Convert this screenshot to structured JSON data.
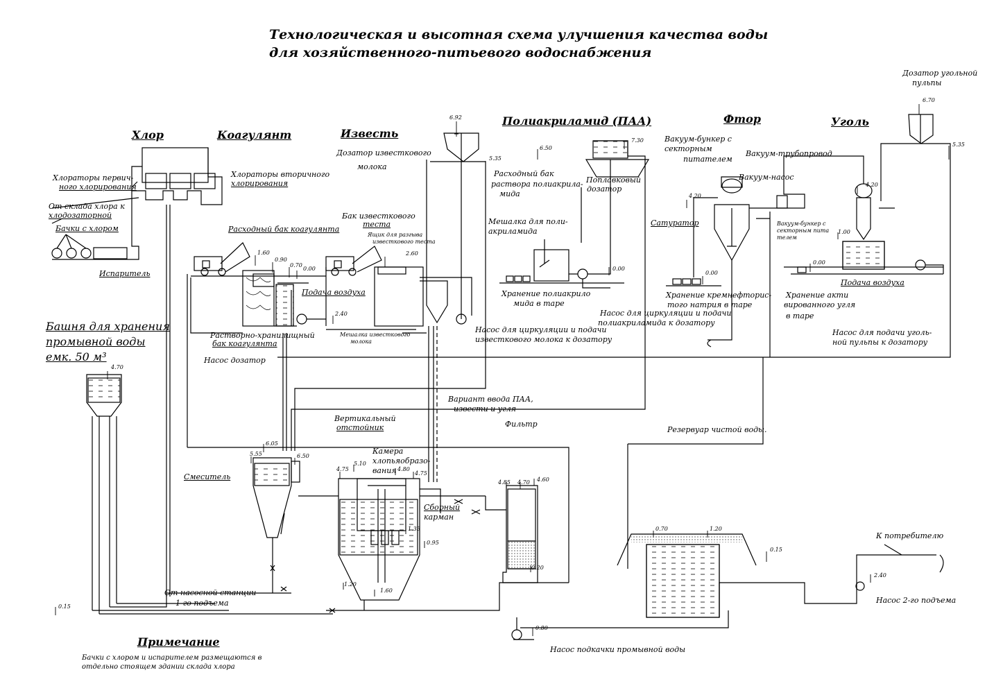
{
  "title": {
    "line1": "Технологическая и высотная схема улучшения качества воды",
    "line2": "для хозяйственного-питьевого водоснабжения"
  },
  "headings": {
    "chlorine": "Хлор",
    "coagulant": "Коагулянт",
    "lime": "Известь",
    "paa": "Полиакриламид (ПАА)",
    "fluorine": "Фтор",
    "coal": "Уголь"
  },
  "labels": {
    "chlorinators_primary_1": "Хлораторы первич-",
    "chlorinators_primary_2": "ного хлорирования",
    "chlorinators_secondary_1": "Хлораторы вторичного",
    "chlorinators_secondary_2": "хлорирования",
    "from_chlorine_store_1": "От склада хлора к",
    "from_chlorine_store_2": "хлодозаторной",
    "chlorine_tanks": "Бачки с хлором",
    "evaporator": "Испаритель",
    "coag_feed_tank": "Расходный бак коагулянта",
    "lime_dough_tank_1": "Бак известкового",
    "lime_dough_tank_2": "теста",
    "lime_box_1": "Ящик для разгыва",
    "lime_box_2": "известкового теста",
    "lime_doser_1": "Дозатор известкового",
    "lime_doser_2": "молока",
    "air_supply_coag": "Подача воздуха",
    "dissolving_tank_1": "Растворно-хранилищный",
    "dissolving_tank_2": "бак коагулянта",
    "dosing_pump": "Насос дозатор",
    "lime_mixer_1": "Мешалка известкового",
    "lime_mixer_2": "молока",
    "lime_pump_1": "Насос для циркуляции и подачи",
    "lime_pump_2": "известкового молока к дозатору",
    "paa_feed_tank_1": "Расходный бак",
    "paa_feed_tank_2": "раствора полиакрила-",
    "paa_feed_tank_3": "мида",
    "float_doser_1": "Поплавковый",
    "float_doser_2": "дозатор",
    "paa_mixer_1": "Мешалка для поли-",
    "paa_mixer_2": "акриламида",
    "paa_storage_1": "Хранение полиакрило",
    "paa_storage_2": "мида в таре",
    "paa_pump_1": "Насос для циркуляции и подачи",
    "paa_pump_2": "полиакриламида к дозатору",
    "vacuum_hopper_1": "Вакуум-бункер с",
    "vacuum_hopper_2": "секторным",
    "vacuum_hopper_3": "питателем",
    "vacuum_pipeline": "Вакуум-трубопровод",
    "vacuum_pump": "Вакуум-насос",
    "saturator": "Сатуратор",
    "vacuum_hopper2_1": "Вакуум-бункер с",
    "vacuum_hopper2_2": "секторным пита",
    "vacuum_hopper2_3": "телем",
    "fluoro_storage_1": "Хранение кремнефторис-",
    "fluoro_storage_2": "того натрия в таре",
    "coal_doser_1": "Дозатор угольной",
    "coal_doser_2": "пульпы",
    "air_supply_coal": "Подача воздуха",
    "coal_storage_1": "Хранение акти",
    "coal_storage_2": "вированного угля",
    "coal_storage_3": "в таре",
    "coal_pump_1": "Насос для подачи уголь-",
    "coal_pump_2": "ной пульпы к дозатору",
    "tower_1": "Башня для хранения",
    "tower_2": "промывной воды",
    "tower_3": "емк. 50 м³",
    "paa_variant_1": "Вариант ввода ПАА,",
    "paa_variant_2": "извести и угля",
    "vertical_settler_1": "Вертикальный",
    "vertical_settler_2": "отстойник",
    "floc_chamber_1": "Камера",
    "floc_chamber_2": "хлопьяобразо-",
    "floc_chamber_3": "вания",
    "collecting_pocket_1": "Сборный",
    "collecting_pocket_2": "карман",
    "filter": "Фильтр",
    "clean_reservoir": "Резервуар чистой воды.",
    "mixer": "Смеситель",
    "from_pump_station_1": "От насосной станции",
    "from_pump_station_2": "1-го подъема",
    "to_consumer": "К потребителю",
    "pump_second": "Насос 2-го подъема",
    "wash_pump": "Насос подкачки промывной воды",
    "note_heading": "Примечание",
    "note_text": "Бачки с хлором и испарителем размещаются в отдельно стоящем здании склада хлора"
  },
  "elevations": {
    "e692": "6.92",
    "e535a": "5.35",
    "e650": "6.50",
    "e730": "7.30",
    "e670": "6.70",
    "e535b": "5.35",
    "e420a": "4.20",
    "e420b": "4.20",
    "e160": "1.60",
    "e090": "0.90",
    "e070": "0.70",
    "e000a": "0.00",
    "e260": "2.60",
    "e240": "2.40",
    "e000b": "0.00",
    "e000c": "0.00",
    "e100": "1.00",
    "e000d": "0.00",
    "e470": "4.70",
    "e605": "6.05",
    "e555": "5.55",
    "e550": "6.50",
    "e475a": "4.75",
    "e510": "5.10",
    "e480": "4.80",
    "e475b": "4.75",
    "e135": "1.35",
    "e095": "0.95",
    "e120": "1.20",
    "e160b": "1.60",
    "e485": "4.85",
    "e470b": "4.70",
    "e460": "4.60",
    "e020": "0.20",
    "e070b": "0.70",
    "e120b": "1.20",
    "e015a": "0.15",
    "e015b": "0.15",
    "e240b": "2.40",
    "e080": "0.80"
  }
}
